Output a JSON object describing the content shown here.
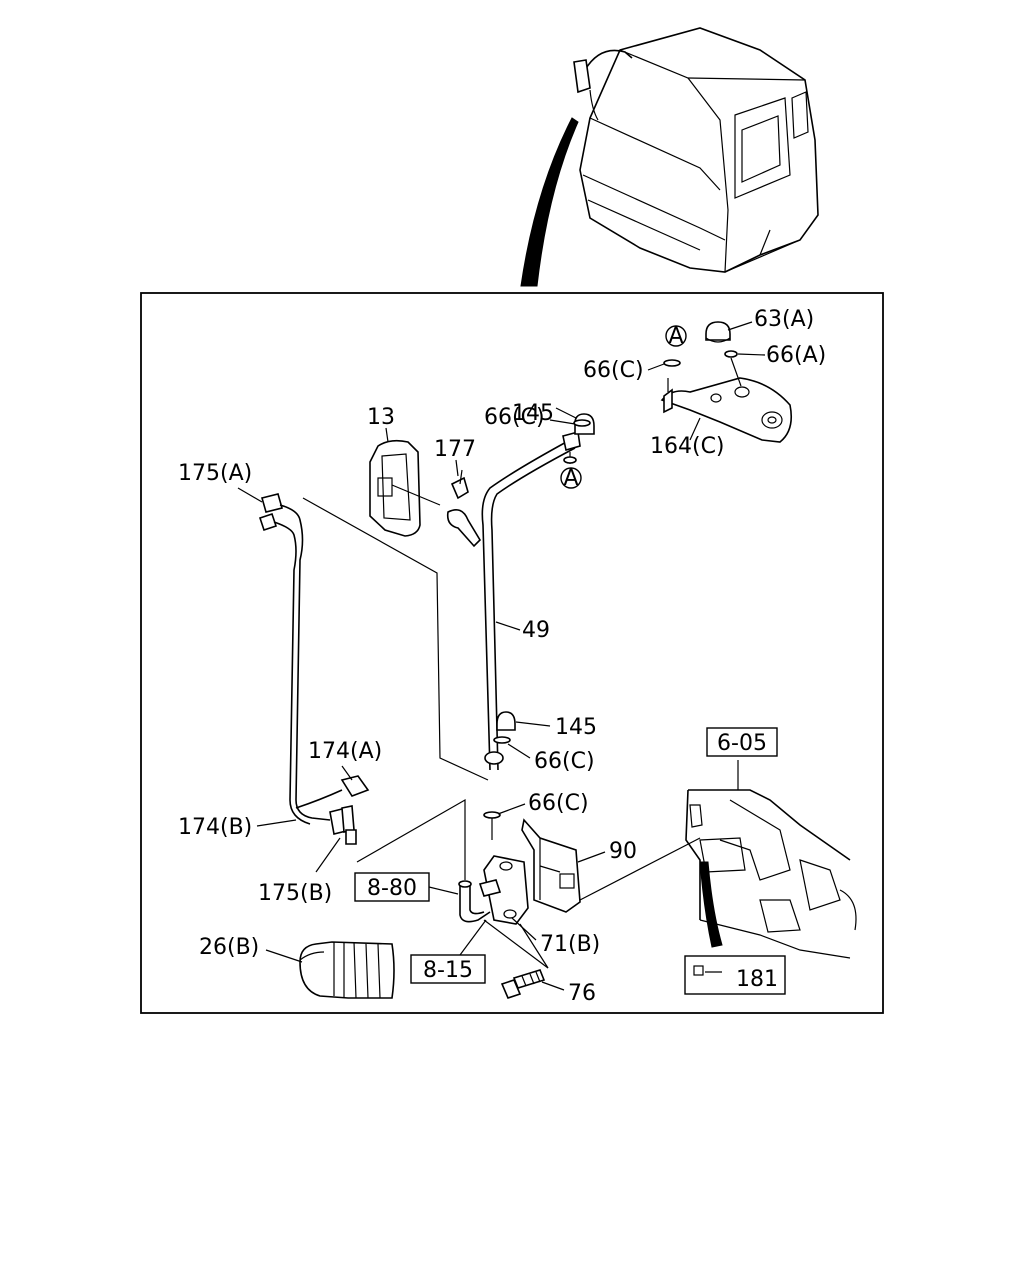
{
  "labels": {
    "l_63a": "63(A)",
    "l_66a": "66(A)",
    "l_66c_top": "66(C)",
    "l_145_top": "145",
    "l_66c_mid": "66(C)",
    "l_164c": "164(C)",
    "l_13": "13",
    "l_177": "177",
    "l_175a": "175(A)",
    "l_49": "49",
    "l_145_low": "145",
    "l_66c_low1": "66(C)",
    "l_66c_low2": "66(C)",
    "l_174a": "174(A)",
    "l_174b": "174(B)",
    "l_175b": "175(B)",
    "l_90": "90",
    "l_71b": "71(B)",
    "l_26b": "26(B)",
    "l_76": "76",
    "l_181": "181"
  },
  "callouts": {
    "c_a1": "A",
    "c_a2": "A"
  },
  "refs": {
    "r_605": "6-05",
    "r_880": "8-80",
    "r_815": "8-15"
  }
}
